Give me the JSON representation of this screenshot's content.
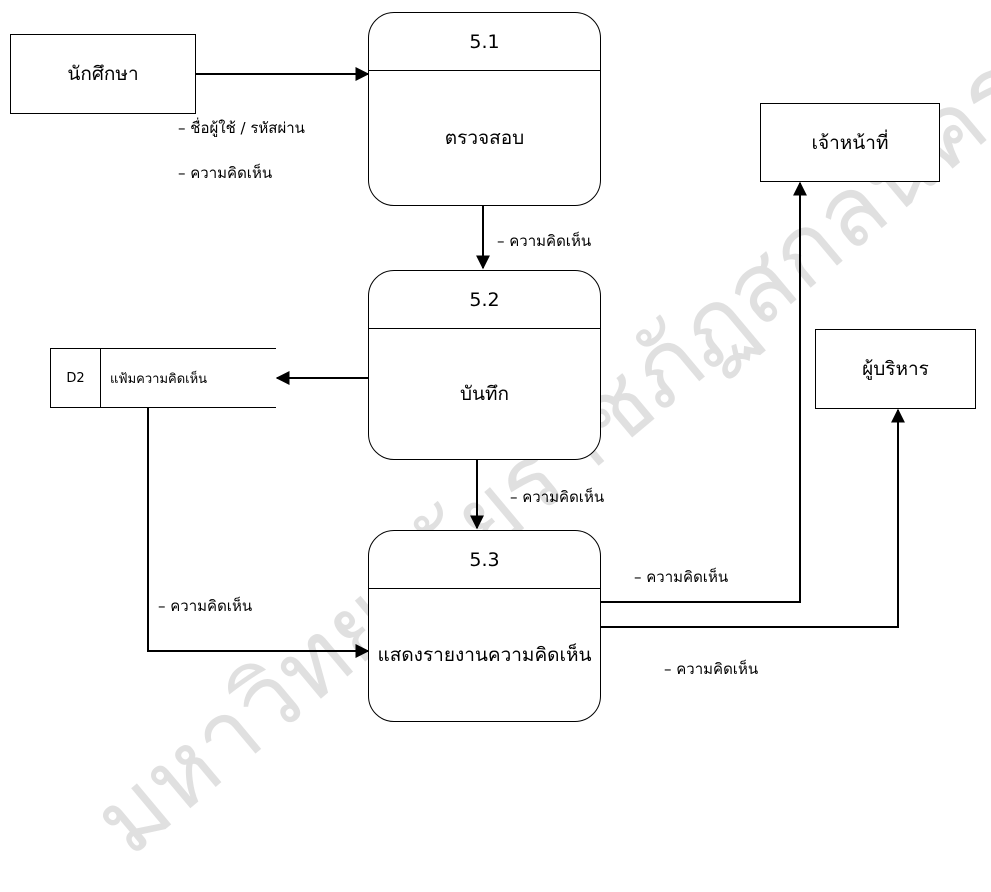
{
  "external_entities": {
    "student": "นักศึกษา",
    "staff": "เจ้าหน้าที่",
    "executive": "ผู้บริหาร"
  },
  "processes": [
    {
      "id": "5.1",
      "name": "ตรวจสอบ"
    },
    {
      "id": "5.2",
      "name": "บันทึก"
    },
    {
      "id": "5.3",
      "name": "แสดงรายงานความคิดเห็น"
    }
  ],
  "data_store": {
    "id": "D2",
    "name": "แฟ้มความคิดเห็น"
  },
  "flow_labels": {
    "student_login": "– ชื่อผู้ใช้ / รหัสผ่าน",
    "student_comment": "– ความคิดเห็น",
    "p51_to_p52": "– ความคิดเห็น",
    "p52_to_p53": "– ความคิดเห็น",
    "store_to_p53": "– ความคิดเห็น",
    "p53_to_staff": "– ความคิดเห็น",
    "p53_to_executive": "– ความคิดเห็น"
  },
  "watermark": "มหาวิทยาลัยราชภัฏสกลนคร",
  "colors": {
    "line": "#000000",
    "background": "#ffffff"
  }
}
